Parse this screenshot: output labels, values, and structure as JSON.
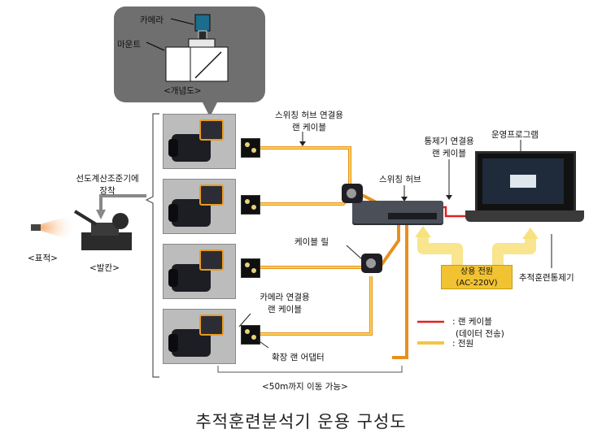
{
  "bubble": {
    "camera_label": "카메라",
    "mount_label": "마운트",
    "caption": "<개념도>"
  },
  "labels": {
    "switch_hub_cable": [
      "스위칭 허브 연결용",
      "랜 케이블"
    ],
    "controller_cable": [
      "통제기 연결용",
      "랜 케이블"
    ],
    "operating_program": "운영프로그램",
    "switch_hub": "스위칭 허브",
    "mount_on_device": [
      "선도계산조준기에",
      "장착"
    ],
    "target": "<표적>",
    "launcher": "<발칸>",
    "cable_reel": "케이블 릴",
    "power": [
      "상용 전원",
      "(AC-220V)"
    ],
    "controller": "추적훈련통제기",
    "camera_cable": [
      "카메라 연결용",
      "랜 케이블"
    ],
    "extension_adapter": "확장 랜 어댑터",
    "range": "<50m까지 이동 가능>"
  },
  "legend": {
    "lan": [
      ": 랜 케이블",
      "(데이터 전송)"
    ],
    "power": ": 전원",
    "lan_color": "#e02020",
    "power_color": "#f4c542"
  },
  "caption": "추적훈련분석기 운용 구성도",
  "colors": {
    "cable_orange": "#e8901c",
    "cable_yellow": "#f7d55a",
    "lan_red": "#e02020"
  }
}
